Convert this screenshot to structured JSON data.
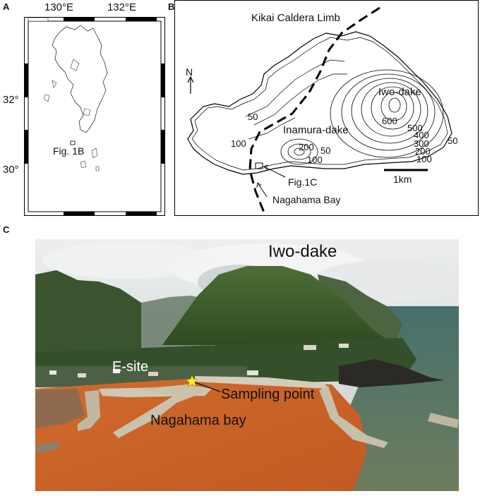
{
  "panels": {
    "a": {
      "letter": "A",
      "lon_labels": [
        "130°E",
        "132°E"
      ],
      "lat_labels": [
        "32°",
        "30°"
      ],
      "inset_label": "Fig. 1B"
    },
    "b": {
      "letter": "B",
      "caldera_label": "Kikai Caldera Limb",
      "north_label": "N",
      "peak_label": "Iwo-dake",
      "dome_label": "Inamura-dake",
      "bay_label": "Nagahama Bay",
      "inset_label": "Fig.1C",
      "scale_label": "1km",
      "contour_labels": [
        "50",
        "100",
        "200",
        "50",
        "100",
        "600",
        "500",
        "400",
        "300",
        "200",
        "100",
        "50"
      ]
    },
    "c": {
      "letter": "C",
      "peak_label": "Iwo-dake",
      "site_label": "E-site",
      "sampling_label": "Sampling point",
      "bay_label": "Nagahama bay"
    }
  },
  "colors": {
    "sea_orange": "#c9632b",
    "vegetation": "#3d5a2a",
    "sky": "#d9dcde",
    "ocean": "#4d6f6a",
    "star": "#ffec1a"
  }
}
